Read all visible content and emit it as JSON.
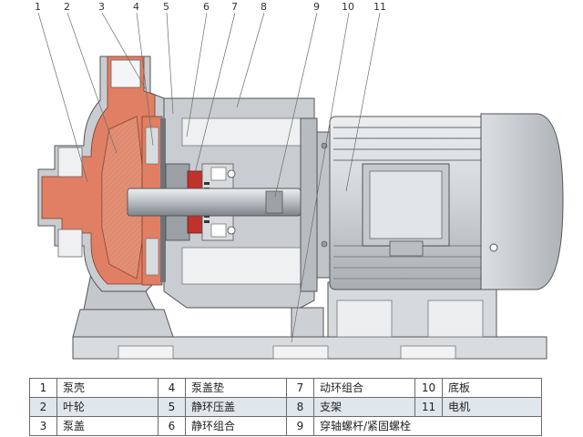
{
  "callouts": [
    "1",
    "2",
    "3",
    "4",
    "5",
    "6",
    "7",
    "8",
    "9",
    "10",
    "11"
  ],
  "parts_table": {
    "rows": [
      [
        {
          "num": "1",
          "name": "泵壳"
        },
        {
          "num": "4",
          "name": "泵盖垫"
        },
        {
          "num": "7",
          "name": "动环组合"
        },
        {
          "num": "10",
          "name": "底板"
        }
      ],
      [
        {
          "num": "2",
          "name": "叶轮"
        },
        {
          "num": "5",
          "name": "静环压盖"
        },
        {
          "num": "8",
          "name": "支架"
        },
        {
          "num": "11",
          "name": "电机"
        }
      ],
      [
        {
          "num": "3",
          "name": "泵盖"
        },
        {
          "num": "6",
          "name": "静环组合"
        },
        {
          "num": "9",
          "name": "穿轴螺杆/紧固螺栓"
        }
      ]
    ]
  },
  "colors": {
    "lining": "#e07f63",
    "casing_metal": "#c9cdd1",
    "motor_body": "#d8dcdf",
    "shaft": "#b4b9be",
    "seal": "#c0322c",
    "table_shade": "#dfe6ec"
  }
}
